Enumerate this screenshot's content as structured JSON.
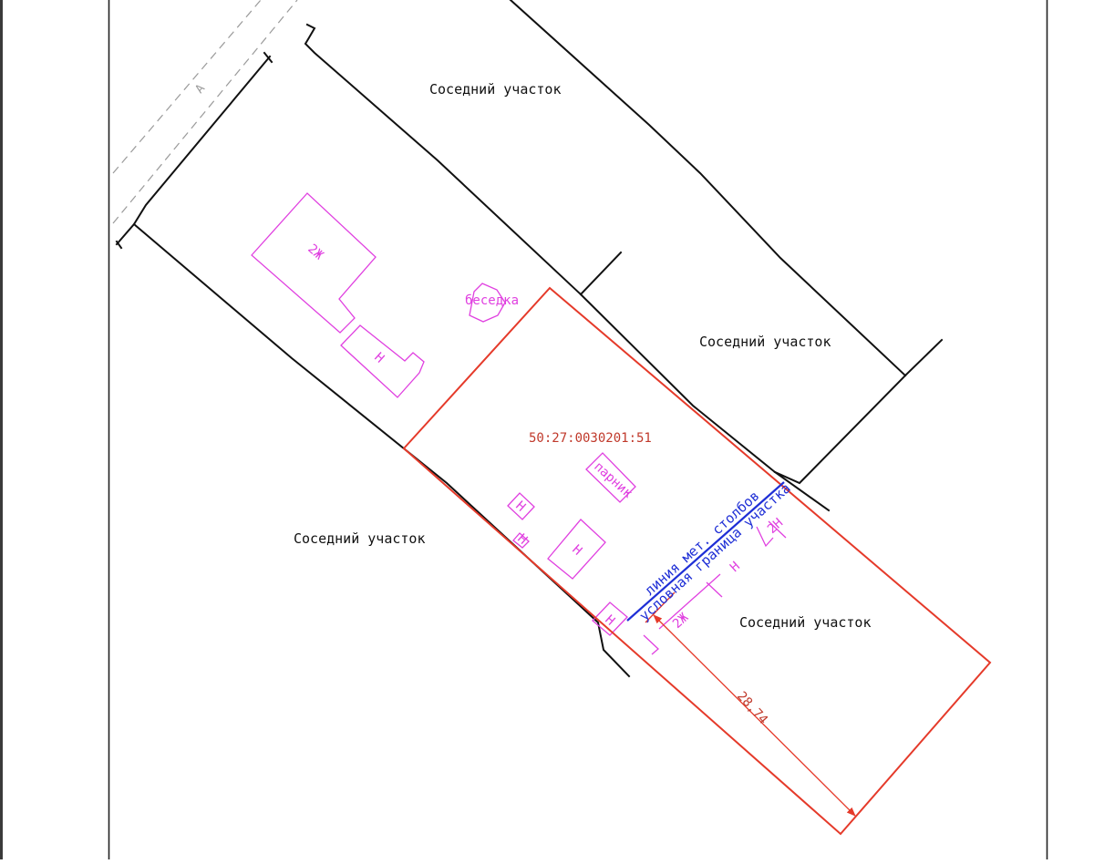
{
  "colors": {
    "boundary": "#111111",
    "building": "#e040e0",
    "parcel": "#e53a2a",
    "cadastral_text": "#c0392b",
    "fence_line": "#1f2fd6",
    "road_dash": "#9a9a9a",
    "window_edge": "#3a3a3a"
  },
  "labels": {
    "neighbor_top": "Соседний участок",
    "neighbor_right": "Соседний участок",
    "neighbor_left": "Соседний участок",
    "neighbor_bottom_right": "Соседний участок",
    "cadastral_number": "50:27:0030201:51",
    "dimension": "28,74",
    "fence_label_1": "линия мет. столбов",
    "fence_label_2": "условная граница участка",
    "road_letter": "А"
  },
  "buildings": {
    "house_2zh": "2Ж",
    "shed_n": "Н",
    "gazebo": "беседка",
    "greenhouse": "парник",
    "small_n_1": "Н",
    "small_n_2": "Н",
    "shed_n_2": "Н",
    "shed_n_3": "Н",
    "house_2zh_2": "2Ж",
    "shed_n_4": "Н",
    "house_2n": "2Н"
  },
  "icons": {
    "dimension_arrow": "arrow-head-icon",
    "gazebo_shape": "hexagon-icon"
  }
}
